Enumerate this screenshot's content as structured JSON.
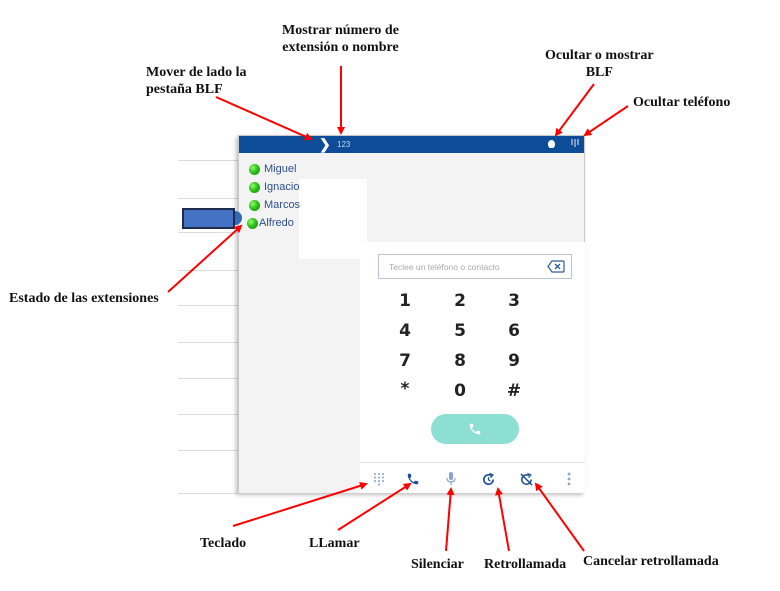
{
  "annotations": {
    "show_extension": "Mostrar número de\nextensión o nombre",
    "show_extension_line1": "Mostrar número de",
    "show_extension_line2": "extensión o nombre",
    "move_blf_line1": "Mover de lado la",
    "move_blf_line2": "pestaña BLF",
    "toggle_blf_line1": "Ocultar o mostrar",
    "toggle_blf_line2": "BLF",
    "hide_phone": "Ocultar teléfono",
    "extension_status": "Estado de las extensiones",
    "keypad": "Teclado",
    "call": "LLamar",
    "mute": "Silenciar",
    "callback": "Retrollamada",
    "cancel_callback": "Cancelar retrollamada"
  },
  "topbar": {
    "chevron": "❯",
    "extension_toggle_label": "123",
    "background_color": "#0d4c97"
  },
  "blf": {
    "items": [
      {
        "name": "Miguel",
        "status": "available"
      },
      {
        "name": "Ignacio",
        "status": "available"
      },
      {
        "name": "Marcos",
        "status": "available"
      },
      {
        "name": "Alfredo",
        "status": "available"
      }
    ],
    "status_color": "#2fc11a"
  },
  "dialer": {
    "search_placeholder": "Teclee un teléfono o contacto",
    "search_value": "",
    "keys": [
      "1",
      "2",
      "3",
      "4",
      "5",
      "6",
      "7",
      "8",
      "9",
      "*",
      "0",
      "#"
    ],
    "call_button_color": "#8edfd3"
  },
  "toolbar": {
    "icons": [
      "keypad-icon",
      "phone-icon",
      "microphone-icon",
      "callback-icon",
      "cancel-callback-icon",
      "more-vertical-icon"
    ]
  },
  "colors": {
    "accent": "#0d4c97",
    "link_text": "#2e4f8c",
    "arrow": "#ff0000",
    "toolbar_icon": "#2e5a9e"
  }
}
